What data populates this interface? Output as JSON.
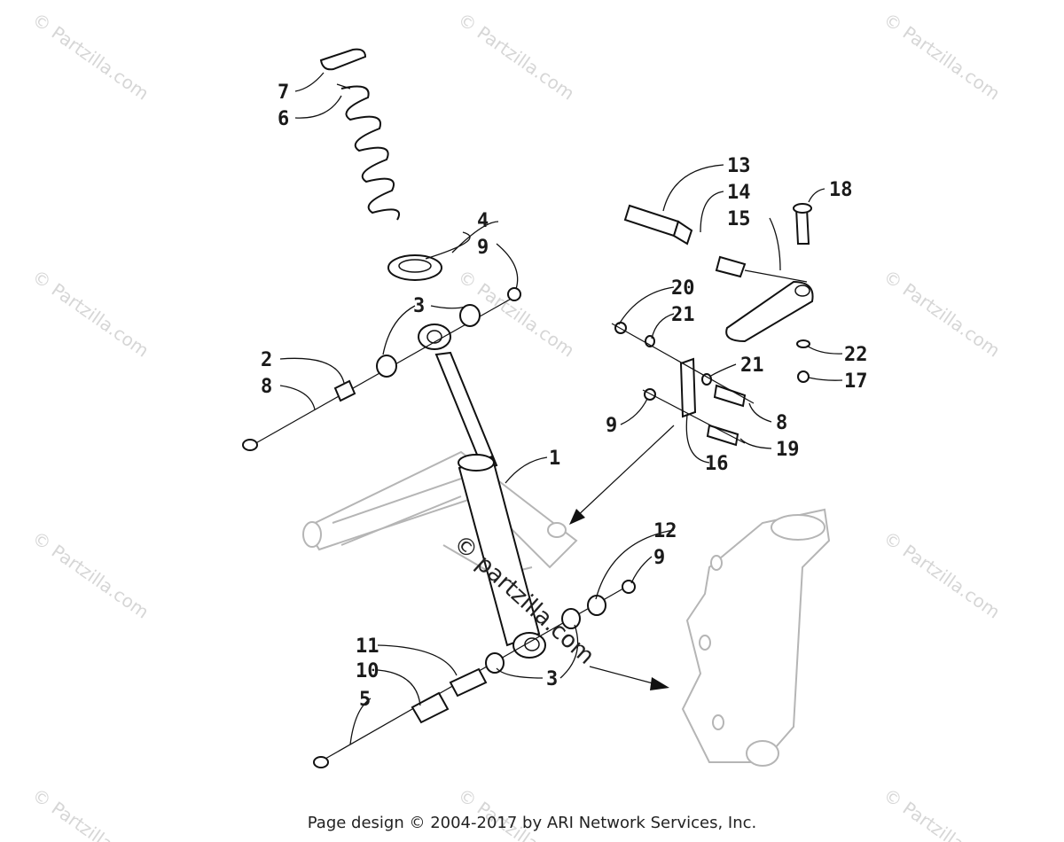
{
  "diagram": {
    "callouts": [
      {
        "id": "c7",
        "text": "7"
      },
      {
        "id": "c6",
        "text": "6"
      },
      {
        "id": "c4",
        "text": "4"
      },
      {
        "id": "c9a",
        "text": "9"
      },
      {
        "id": "c3a",
        "text": "3"
      },
      {
        "id": "c2",
        "text": "2"
      },
      {
        "id": "c8a",
        "text": "8"
      },
      {
        "id": "c1",
        "text": "1"
      },
      {
        "id": "c13",
        "text": "13"
      },
      {
        "id": "c14",
        "text": "14"
      },
      {
        "id": "c15",
        "text": "15"
      },
      {
        "id": "c18",
        "text": "18"
      },
      {
        "id": "c20",
        "text": "20"
      },
      {
        "id": "c21a",
        "text": "21"
      },
      {
        "id": "c21b",
        "text": "21"
      },
      {
        "id": "c22",
        "text": "22"
      },
      {
        "id": "c17",
        "text": "17"
      },
      {
        "id": "c9b",
        "text": "9"
      },
      {
        "id": "c8b",
        "text": "8"
      },
      {
        "id": "c19",
        "text": "19"
      },
      {
        "id": "c16",
        "text": "16"
      },
      {
        "id": "c12",
        "text": "12"
      },
      {
        "id": "c9c",
        "text": "9"
      },
      {
        "id": "c11",
        "text": "11"
      },
      {
        "id": "c10",
        "text": "10"
      },
      {
        "id": "c5",
        "text": "5"
      },
      {
        "id": "c3b",
        "text": "3"
      }
    ],
    "watermark_text": "© Partzilla.com",
    "center_watermark": "© partzilla.com",
    "footer": "Page design © 2004-2017 by ARI Network Services, Inc."
  }
}
